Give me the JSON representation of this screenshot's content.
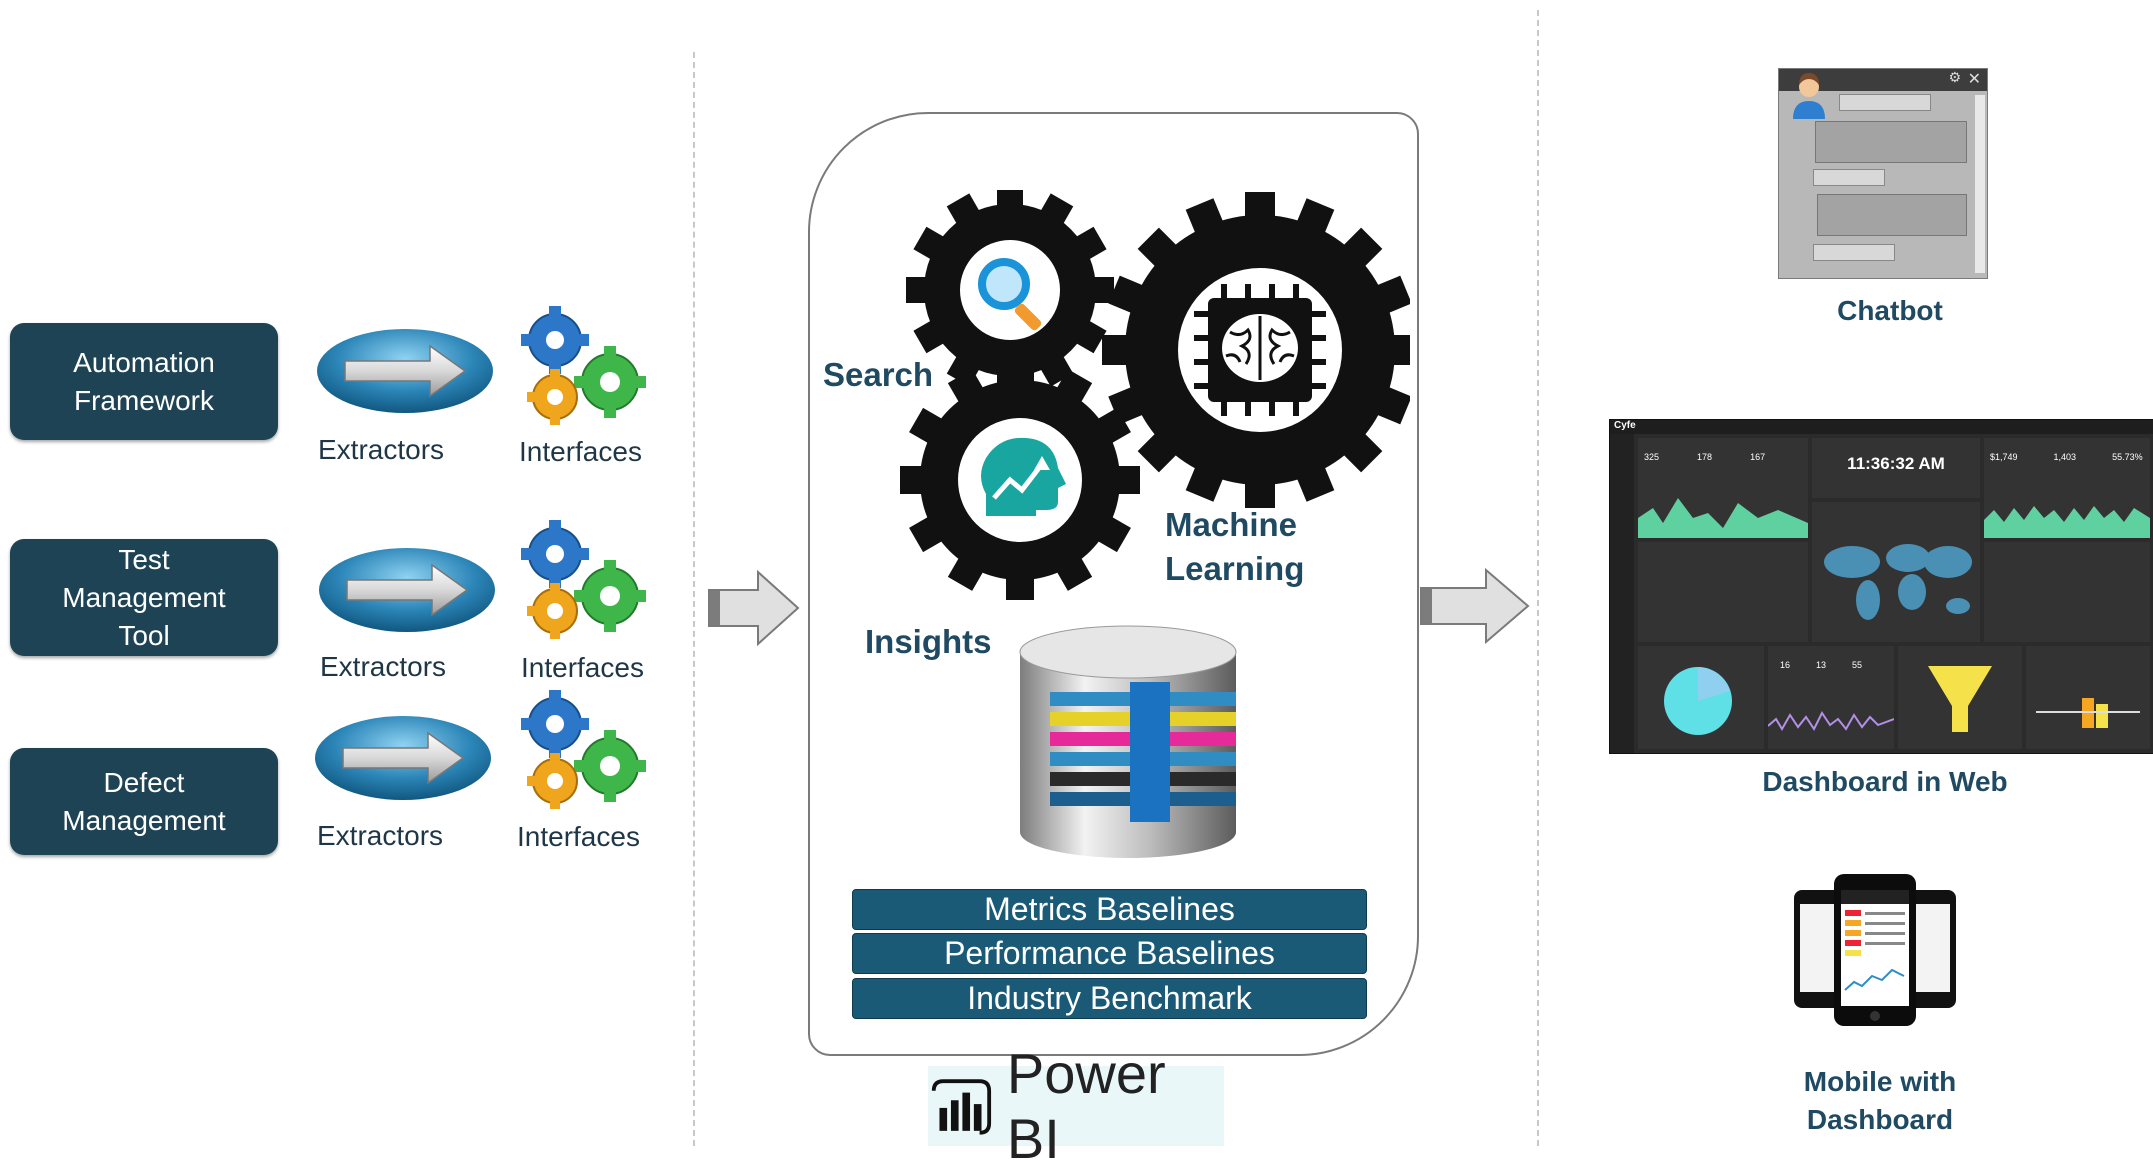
{
  "sources": [
    {
      "name": "Automation\nFramework",
      "extractor_label": "Extractors",
      "interface_label": "Interfaces"
    },
    {
      "name": "Test\nManagement\nTool",
      "extractor_label": "Extractors",
      "interface_label": "Interfaces"
    },
    {
      "name": "Defect\nManagement",
      "extractor_label": "Extractors",
      "interface_label": "Interfaces"
    }
  ],
  "engine": {
    "search_label": "Search",
    "ml_label": "Machine\nLearning",
    "insights_label": "Insights",
    "baselines": [
      "Metrics Baselines",
      "Performance Baselines",
      "Industry Benchmark"
    ],
    "product_name": "Power BI"
  },
  "outputs": {
    "chatbot": "Chatbot",
    "dashboard_web": "Dashboard in Web",
    "mobile": "Mobile with\nDashboard"
  },
  "dashboard": {
    "brand": "Cyfe",
    "clock": "11:36:32 AM",
    "stats": [
      "325",
      "178",
      "167",
      "$1,749",
      "1,403",
      "55.73%",
      "16",
      "13",
      "55"
    ]
  },
  "colors": {
    "box": "#1d4355",
    "bar": "#1a5a76",
    "label": "#1f4a62"
  },
  "icons": [
    "extractor-arrow-icon",
    "gears-icon",
    "search-icon",
    "brain-chip-icon",
    "insight-head-icon",
    "database-icon",
    "powerbi-icon"
  ]
}
